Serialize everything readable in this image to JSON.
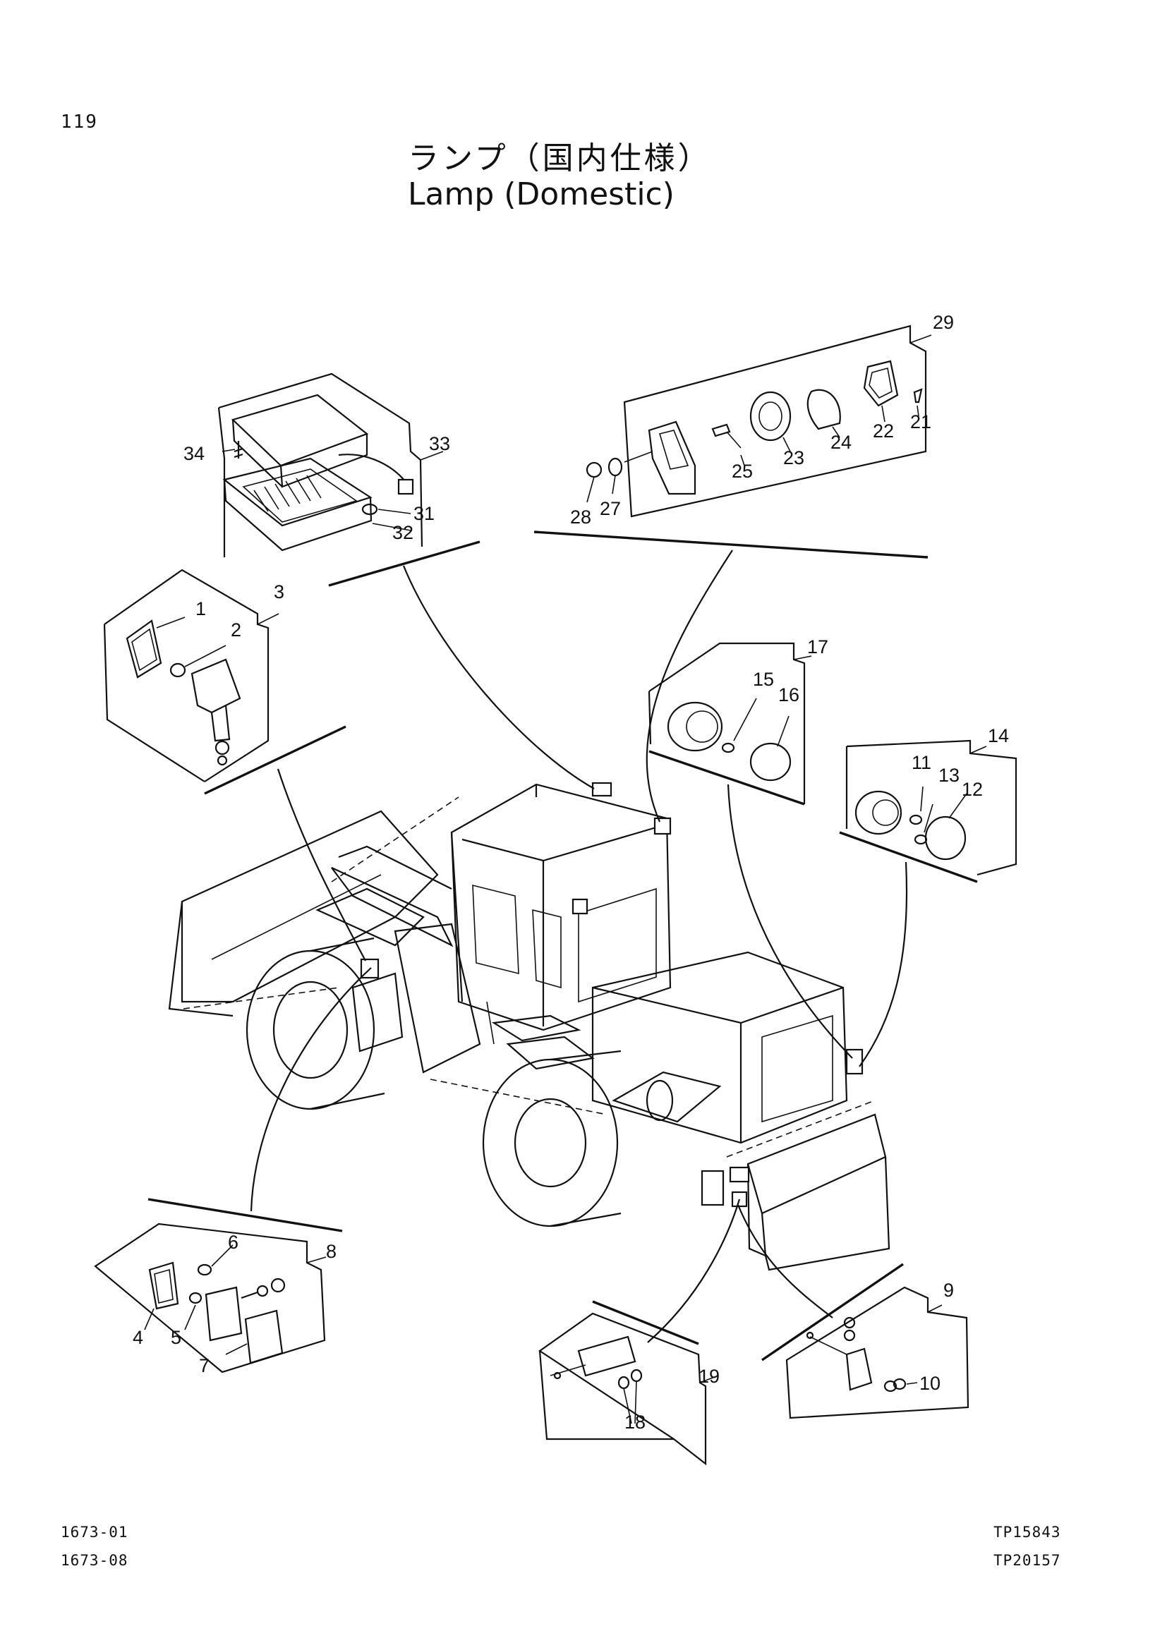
{
  "page": {
    "number": "119",
    "title_jp": "ランプ（国内仕様）",
    "title_en": "Lamp (Domestic)",
    "codes_left": [
      "1673-01",
      "1673-08"
    ],
    "codes_right": [
      "TP15843",
      "TP20157"
    ]
  },
  "callouts": [
    "1",
    "2",
    "3",
    "4",
    "5",
    "6",
    "7",
    "8",
    "9",
    "10",
    "11",
    "12",
    "13",
    "14",
    "15",
    "16",
    "17",
    "18",
    "19",
    "21",
    "22",
    "23",
    "24",
    "25",
    "27",
    "28",
    "29",
    "31",
    "32",
    "33",
    "34"
  ],
  "groups": [
    {
      "id": "3",
      "parts": [
        "1",
        "2"
      ]
    },
    {
      "id": "8",
      "parts": [
        "4",
        "5",
        "6",
        "7"
      ]
    },
    {
      "id": "9",
      "parts": [
        "10"
      ]
    },
    {
      "id": "14",
      "parts": [
        "11",
        "12",
        "13"
      ]
    },
    {
      "id": "17",
      "parts": [
        "15",
        "16"
      ]
    },
    {
      "id": "19",
      "parts": [
        "18"
      ]
    },
    {
      "id": "29",
      "parts": [
        "21",
        "22",
        "23",
        "24",
        "25",
        "27",
        "28"
      ]
    },
    {
      "id": "33",
      "parts": [
        "31",
        "32",
        "34"
      ]
    }
  ]
}
